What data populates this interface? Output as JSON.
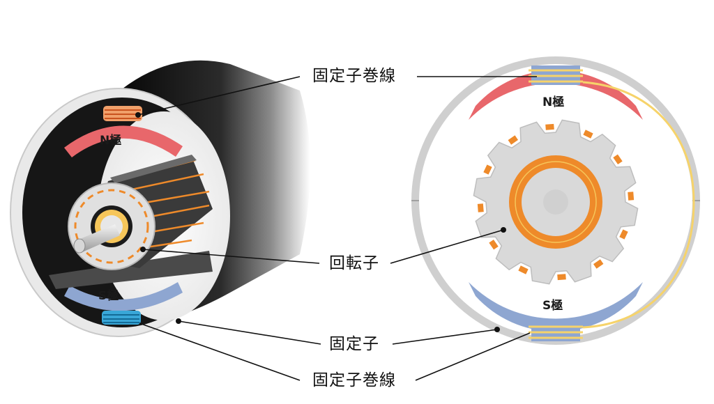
{
  "diagram": {
    "labels": {
      "stator_winding_top": "固定子巻線",
      "rotor": "回転子",
      "stator": "固定子",
      "stator_winding_bottom": "固定子巻線"
    },
    "left_view": {
      "north_pole": "N極",
      "south_pole": "S極"
    },
    "right_view": {
      "north_pole": "N極",
      "south_pole": "S極"
    },
    "colors": {
      "north_pole": "#e8676b",
      "south_pole": "#8ea6d1",
      "stator_ring": "#cfcfcf",
      "rotor_body": "#d9d9d9",
      "rotor_winding": "#ee8a2a",
      "field_winding": "#f6d36a",
      "housing_dark": "#111111"
    }
  }
}
